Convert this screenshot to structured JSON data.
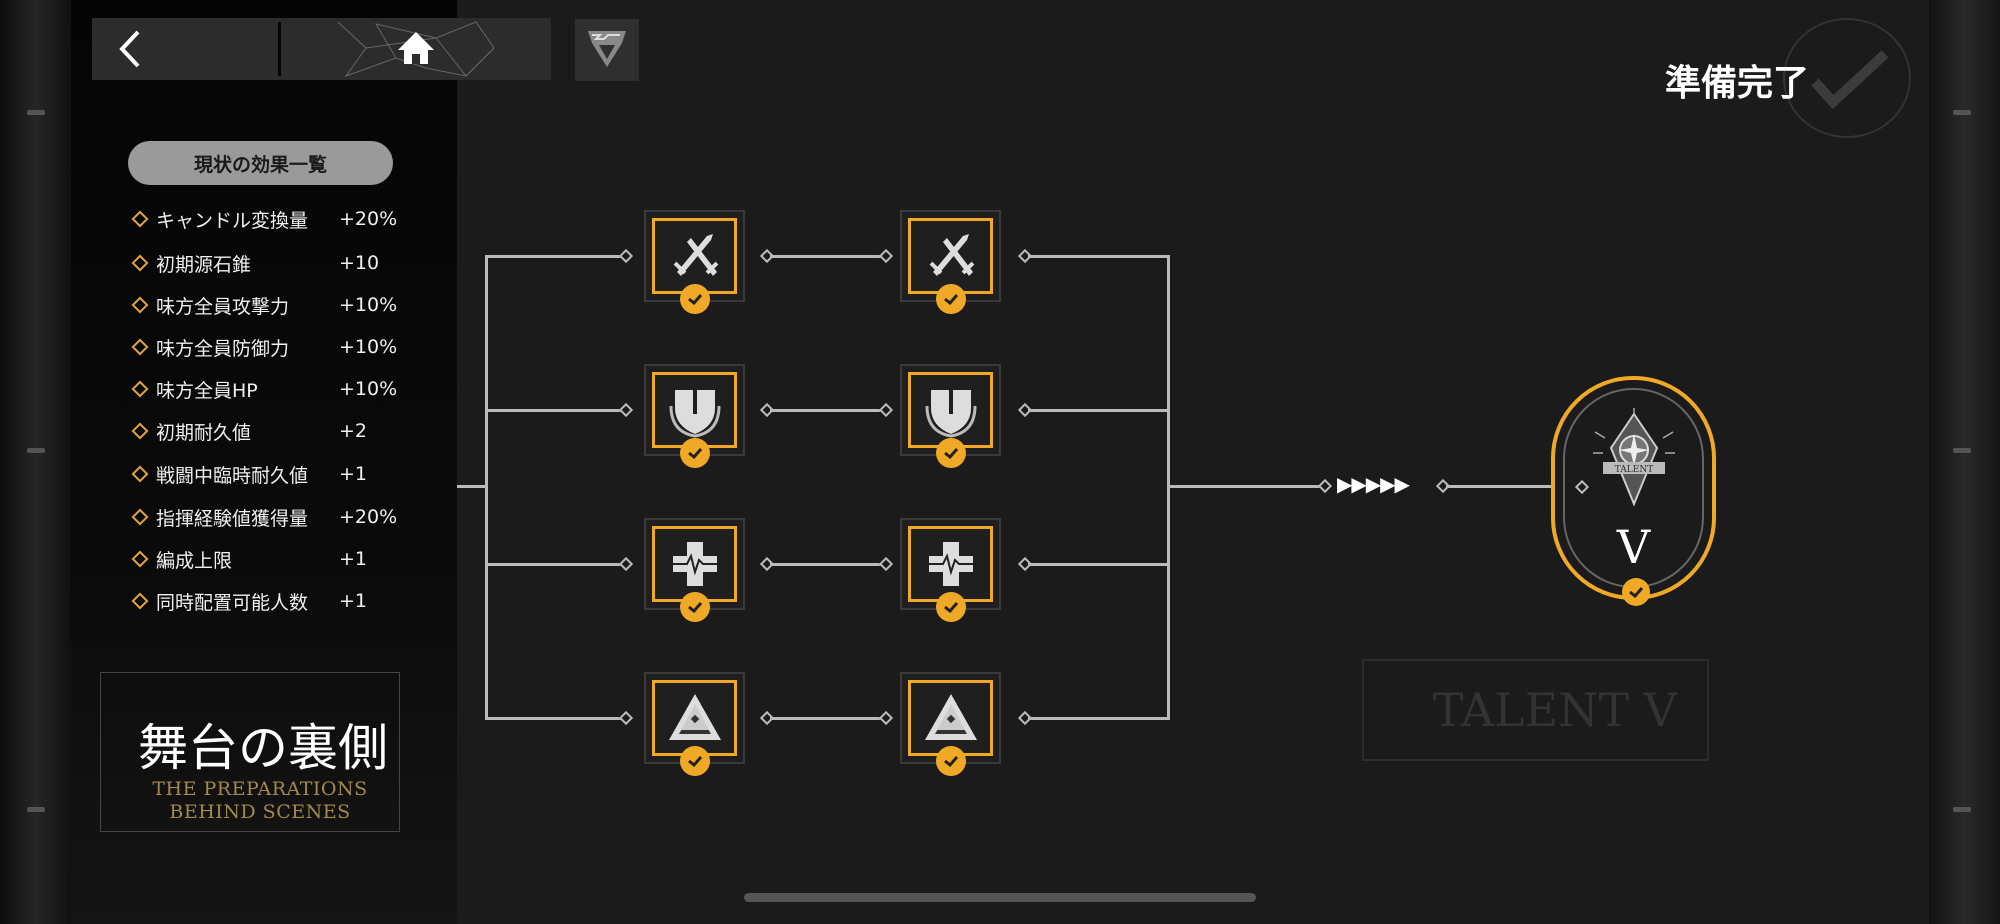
{
  "nav": {
    "back_icon": "chevron-left-icon",
    "home_icon": "home-icon",
    "extra_icon": "emblem-icon"
  },
  "effects_panel": {
    "title": "現状の効果一覧",
    "items": [
      {
        "label": "キャンドル変換量",
        "value": "+20%"
      },
      {
        "label": "初期源石錐",
        "value": "+10"
      },
      {
        "label": "味方全員攻撃力",
        "value": "+10%"
      },
      {
        "label": "味方全員防御力",
        "value": "+10%"
      },
      {
        "label": "味方全員HP",
        "value": "+10%"
      },
      {
        "label": "初期耐久値",
        "value": "+2"
      },
      {
        "label": "戦闘中臨時耐久値",
        "value": "+1"
      },
      {
        "label": "指揮経験値獲得量",
        "value": "+20%"
      },
      {
        "label": "編成上限",
        "value": "+1"
      },
      {
        "label": "同時配置可能人数",
        "value": "+1"
      }
    ]
  },
  "stage": {
    "title": "舞台の裏側",
    "subtitle_line1": "THE PREPARATIONS",
    "subtitle_line2": "BEHIND SCENES"
  },
  "tree": {
    "rows": [
      {
        "icon": "crossed-swords-icon",
        "completed": [
          true,
          true
        ]
      },
      {
        "icon": "shield-icon",
        "completed": [
          true,
          true
        ]
      },
      {
        "icon": "medical-cross-icon",
        "completed": [
          true,
          true
        ]
      },
      {
        "icon": "triangle-icon",
        "completed": [
          true,
          true
        ]
      }
    ],
    "arrows": "▶▶▶▶▶",
    "talent": {
      "numeral": "V",
      "completed": true,
      "watermark": "TALENT V",
      "emblem_text": "TALENT"
    }
  },
  "ready_button": {
    "label": "準備完了"
  },
  "colors": {
    "accent": "#f0a927",
    "gold_text": "#a28a4c"
  }
}
